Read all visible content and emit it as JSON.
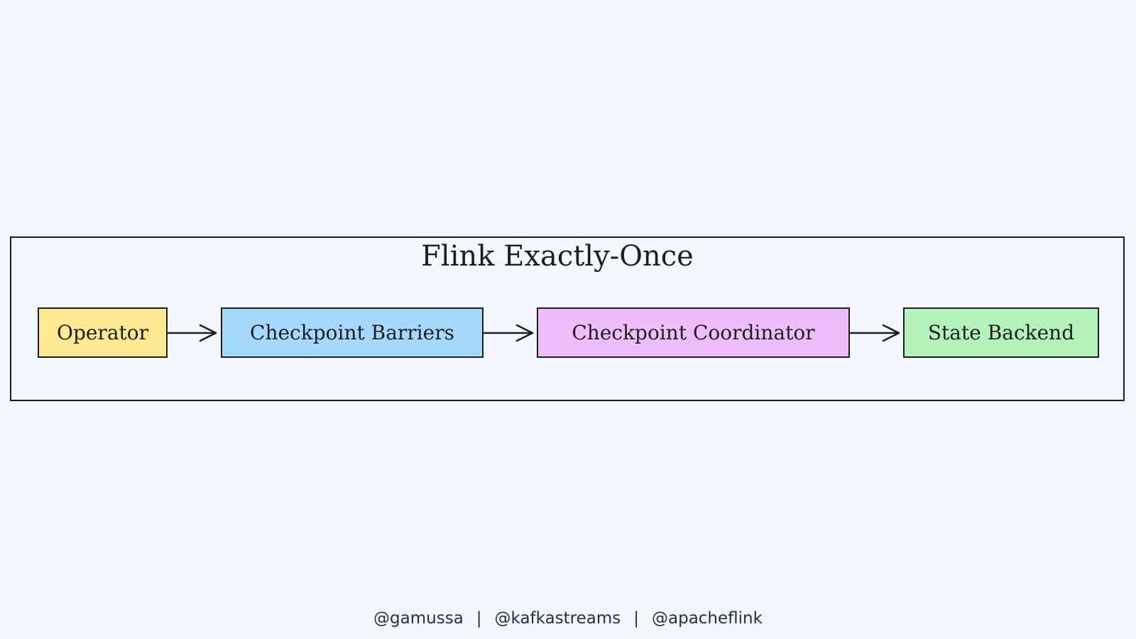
{
  "diagram": {
    "title": "Flink Exactly-Once",
    "nodes": [
      {
        "label": "Operator",
        "color": "#fde992"
      },
      {
        "label": "Checkpoint Barriers",
        "color": "#a5d8ff"
      },
      {
        "label": "Checkpoint Coordinator",
        "color": "#eebefa"
      },
      {
        "label": "State Backend",
        "color": "#b2f2bb"
      }
    ],
    "edges": [
      {
        "from": "Operator",
        "to": "Checkpoint Barriers"
      },
      {
        "from": "Checkpoint Barriers",
        "to": "Checkpoint Coordinator"
      },
      {
        "from": "Checkpoint Coordinator",
        "to": "State Backend"
      }
    ]
  },
  "footer": {
    "handles": [
      "@gamussa",
      "@kafkastreams",
      "@apacheflink"
    ],
    "separator": "|"
  }
}
